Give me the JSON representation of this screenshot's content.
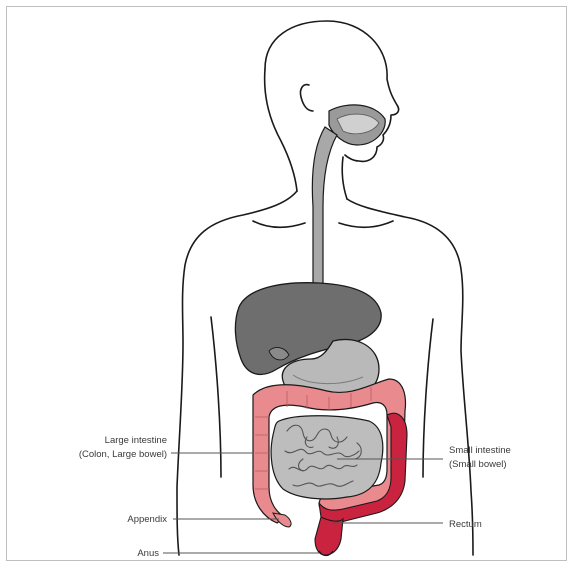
{
  "labels": {
    "large_intestine": {
      "line1": "Large intestine",
      "line2": "(Colon, Large bowel)"
    },
    "small_intestine": {
      "line1": "Small intestine",
      "line2": "(Small bowel)"
    },
    "appendix": "Appendix",
    "rectum": "Rectum",
    "anus": "Anus"
  },
  "colors": {
    "outline": "#1a1a1a",
    "liver": "#6e6e6e",
    "stomach": "#b9b9b9",
    "small_intestine": "#bdbdbd",
    "colon": "#e98a8f",
    "colon_dark": "#c9233f",
    "esophagus": "#a8a8a8"
  }
}
